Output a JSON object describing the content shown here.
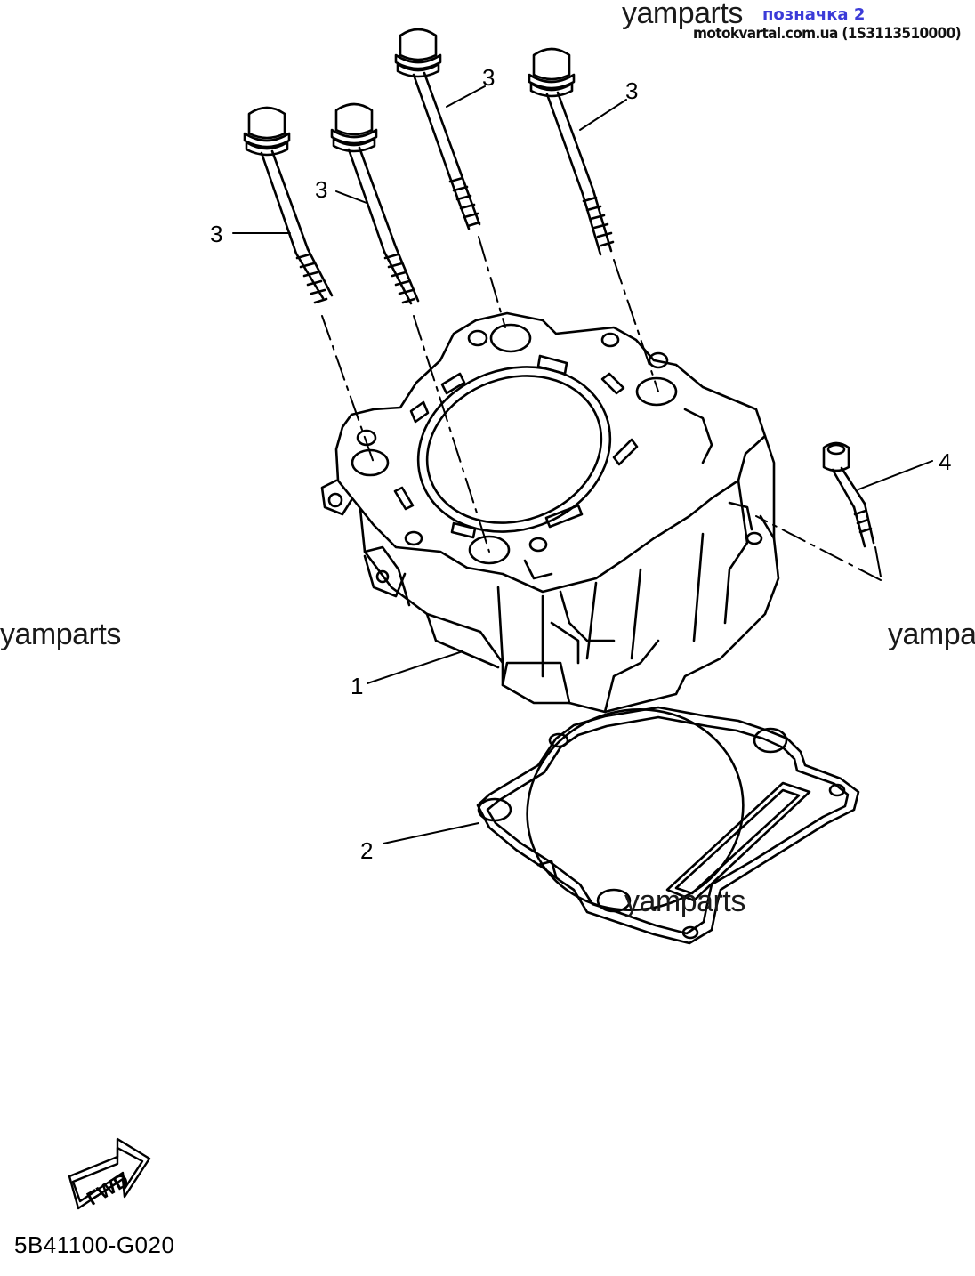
{
  "watermarks": {
    "top": "yamparts",
    "left": "yamparts",
    "right": "yamparts",
    "bottom": "yamparts"
  },
  "header": {
    "badge": "позначка 2",
    "site": "motokvartal.com.ua (1S3113510000)"
  },
  "callouts": {
    "cylinder": "1",
    "gasket": "2",
    "bolt_1": "3",
    "bolt_2": "3",
    "bolt_3": "3",
    "bolt_4": "3",
    "small_bolt": "4"
  },
  "fwd_label": "FWD",
  "diagram_code": "5B41100-G020",
  "colors": {
    "line": "#000000",
    "badge": "#3b3bd8",
    "background": "#ffffff"
  }
}
